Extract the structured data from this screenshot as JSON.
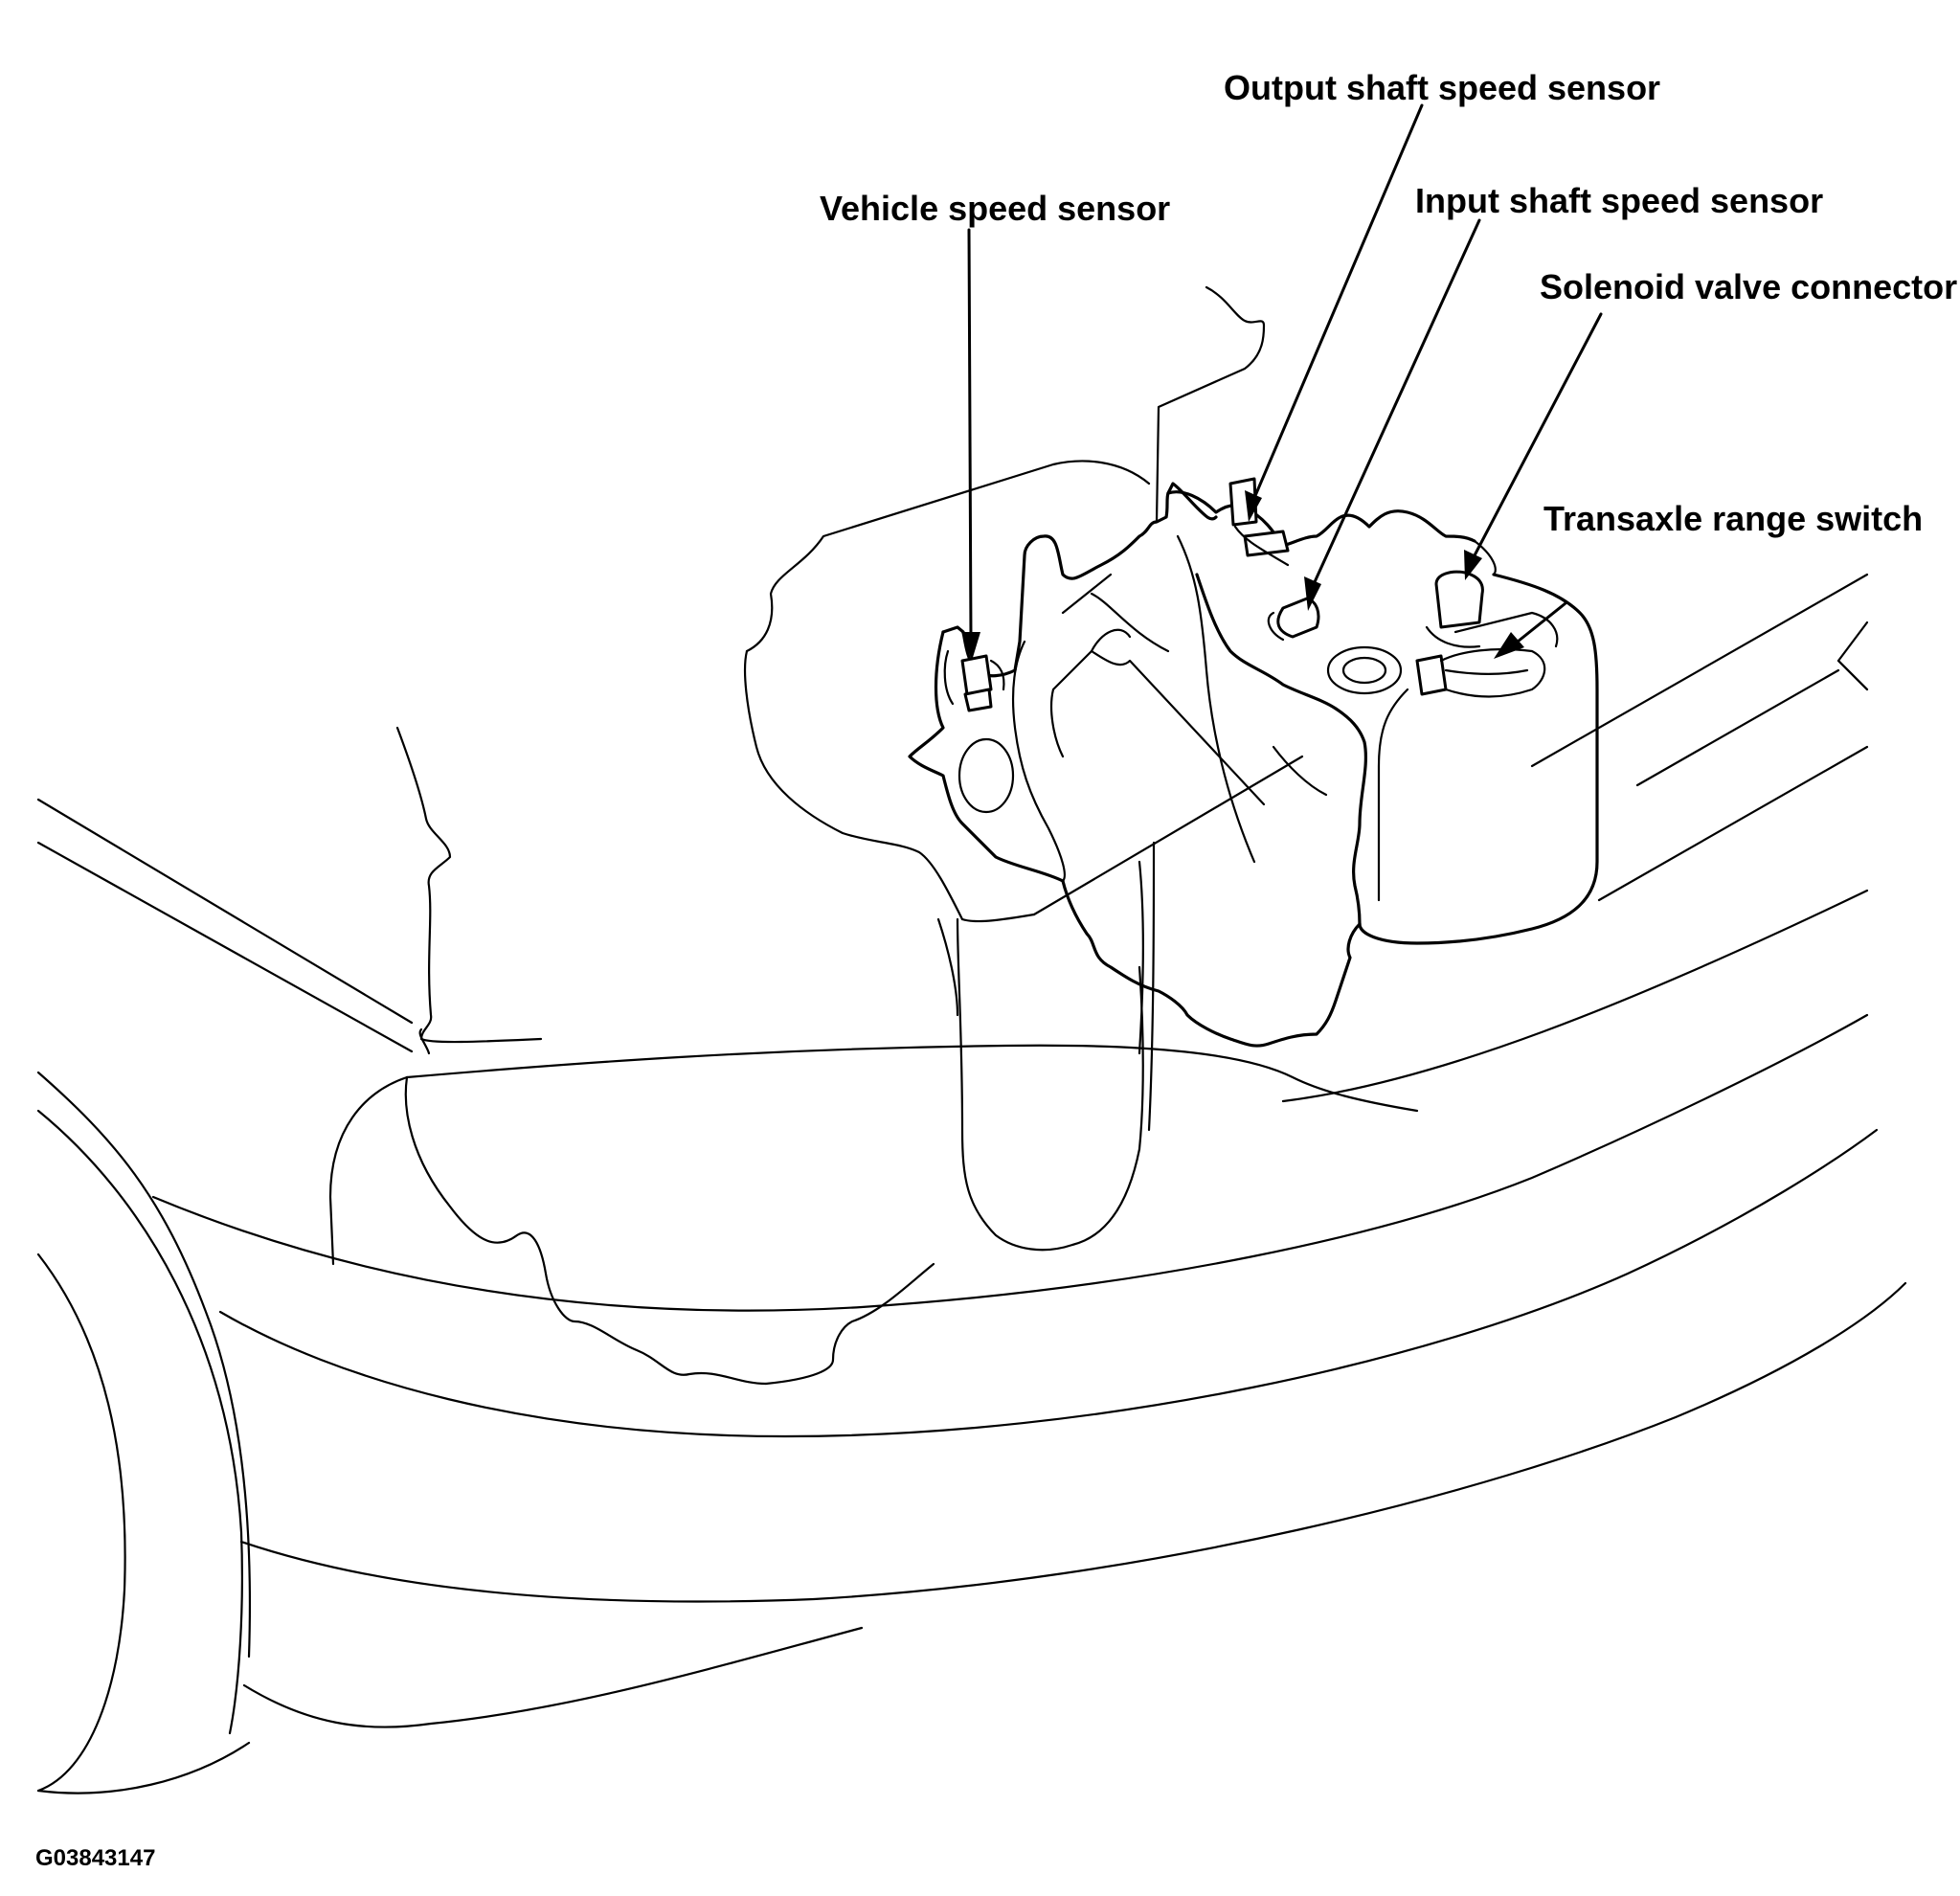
{
  "labels": {
    "output_shaft_speed_sensor": "Output shaft speed sensor",
    "vehicle_speed_sensor": "Vehicle speed sensor",
    "input_shaft_speed_sensor": "Input shaft speed sensor",
    "solenoid_valve_connector": "Solenoid valve connector",
    "transaxle_range_switch": "Transaxle range switch"
  },
  "figure_id": "G03843147"
}
